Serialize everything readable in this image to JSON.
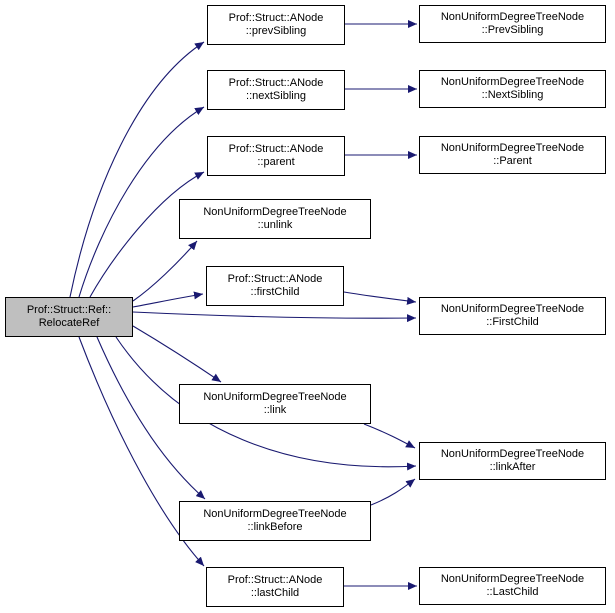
{
  "diagram": {
    "kind": "call-graph",
    "colors": {
      "edge": "#191970",
      "node_border": "#000000",
      "node_fill": "#ffffff",
      "highlight_fill": "#bfbfbf",
      "background": "#ffffff",
      "text": "#000000"
    },
    "nodes": {
      "relocate_ref": {
        "line1": "Prof::Struct::Ref::",
        "line2": "RelocateRef",
        "highlighted": true
      },
      "anode_prev_sibling": {
        "line1": "Prof::Struct::ANode",
        "line2": "::prevSibling"
      },
      "anode_next_sibling": {
        "line1": "Prof::Struct::ANode",
        "line2": "::nextSibling"
      },
      "anode_parent": {
        "line1": "Prof::Struct::ANode",
        "line2": "::parent"
      },
      "nudtn_unlink": {
        "line1": "NonUniformDegreeTreeNode",
        "line2": "::unlink"
      },
      "anode_first_child": {
        "line1": "Prof::Struct::ANode",
        "line2": "::firstChild"
      },
      "nudtn_link": {
        "line1": "NonUniformDegreeTreeNode",
        "line2": "::link"
      },
      "nudtn_link_before": {
        "line1": "NonUniformDegreeTreeNode",
        "line2": "::linkBefore"
      },
      "anode_last_child": {
        "line1": "Prof::Struct::ANode",
        "line2": "::lastChild"
      },
      "nudtn_prev_sibling": {
        "line1": "NonUniformDegreeTreeNode",
        "line2": "::PrevSibling"
      },
      "nudtn_next_sibling": {
        "line1": "NonUniformDegreeTreeNode",
        "line2": "::NextSibling"
      },
      "nudtn_parent": {
        "line1": "NonUniformDegreeTreeNode",
        "line2": "::Parent"
      },
      "nudtn_first_child": {
        "line1": "NonUniformDegreeTreeNode",
        "line2": "::FirstChild"
      },
      "nudtn_link_after": {
        "line1": "NonUniformDegreeTreeNode",
        "line2": "::linkAfter"
      },
      "nudtn_last_child": {
        "line1": "NonUniformDegreeTreeNode",
        "line2": "::LastChild"
      }
    },
    "edges": [
      {
        "from": "relocate_ref",
        "to": "anode_prev_sibling"
      },
      {
        "from": "relocate_ref",
        "to": "anode_next_sibling"
      },
      {
        "from": "relocate_ref",
        "to": "anode_parent"
      },
      {
        "from": "relocate_ref",
        "to": "nudtn_unlink"
      },
      {
        "from": "relocate_ref",
        "to": "anode_first_child"
      },
      {
        "from": "relocate_ref",
        "to": "nudtn_first_child"
      },
      {
        "from": "relocate_ref",
        "to": "nudtn_link"
      },
      {
        "from": "relocate_ref",
        "to": "nudtn_link_after"
      },
      {
        "from": "relocate_ref",
        "to": "nudtn_link_before"
      },
      {
        "from": "relocate_ref",
        "to": "anode_last_child"
      },
      {
        "from": "anode_prev_sibling",
        "to": "nudtn_prev_sibling"
      },
      {
        "from": "anode_next_sibling",
        "to": "nudtn_next_sibling"
      },
      {
        "from": "anode_parent",
        "to": "nudtn_parent"
      },
      {
        "from": "anode_first_child",
        "to": "nudtn_first_child"
      },
      {
        "from": "nudtn_link",
        "to": "nudtn_link_after"
      },
      {
        "from": "nudtn_link_before",
        "to": "nudtn_link_after"
      },
      {
        "from": "anode_last_child",
        "to": "nudtn_last_child"
      }
    ]
  }
}
